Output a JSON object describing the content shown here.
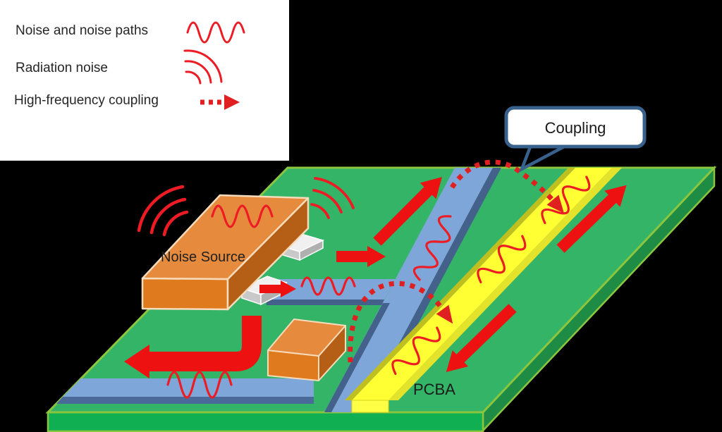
{
  "background_color": "#000000",
  "legend": {
    "background": "#ffffff",
    "items": [
      {
        "label": "Noise and noise paths",
        "icon": "sine-wave-icon"
      },
      {
        "label": "Radiation noise",
        "icon": "radiation-arcs-icon"
      },
      {
        "label": "High-frequency coupling",
        "icon": "dotted-arrow-icon"
      }
    ]
  },
  "callout": {
    "label": "Coupling",
    "border_color": "#39618E",
    "background": "#ffffff"
  },
  "board": {
    "label": "PCBA",
    "top_color": "#33B467",
    "front_color": "#10AF52",
    "side_color": "#1E8C44",
    "edge_color": "#8CC63F"
  },
  "noise_source": {
    "label": "Noise Source",
    "top_color": "#E68A3E",
    "front_color": "#DF7A1E",
    "side_color": "#B55E16",
    "outline_color": "#F7DCBC"
  },
  "traces": {
    "signal_trace_color": "#7EA6D8",
    "signal_trace_edge_color": "#44618C",
    "victim_trace_color": "#FFFF33",
    "victim_trace_edge_color": "#BFBF20"
  },
  "noise_wave_color": "#ED1C24",
  "arrow_color": "#EE1111",
  "coupling_arc_color": "#E02020"
}
